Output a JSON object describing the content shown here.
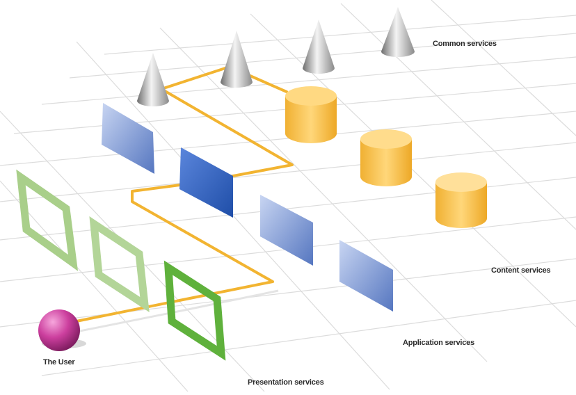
{
  "layers": {
    "common": {
      "label": "Common services"
    },
    "content": {
      "label": "Content services"
    },
    "application": {
      "label": "Application services"
    },
    "presentation": {
      "label": "Presentation services"
    }
  },
  "user": {
    "label": "The User"
  },
  "colors": {
    "path": "#f2b431",
    "grid": "#d8d8d8",
    "cylinder": "#f6be3e",
    "panel": "#6f8fd0",
    "panel_active": "#3a67c2",
    "frame": "#a9cf8a",
    "frame_active": "#5fb13c",
    "user": "#c43c96"
  },
  "icons": {
    "common": "cone-icon",
    "content": "cylinder-icon",
    "application": "panel-icon",
    "presentation": "frame-icon",
    "user": "sphere-icon"
  }
}
